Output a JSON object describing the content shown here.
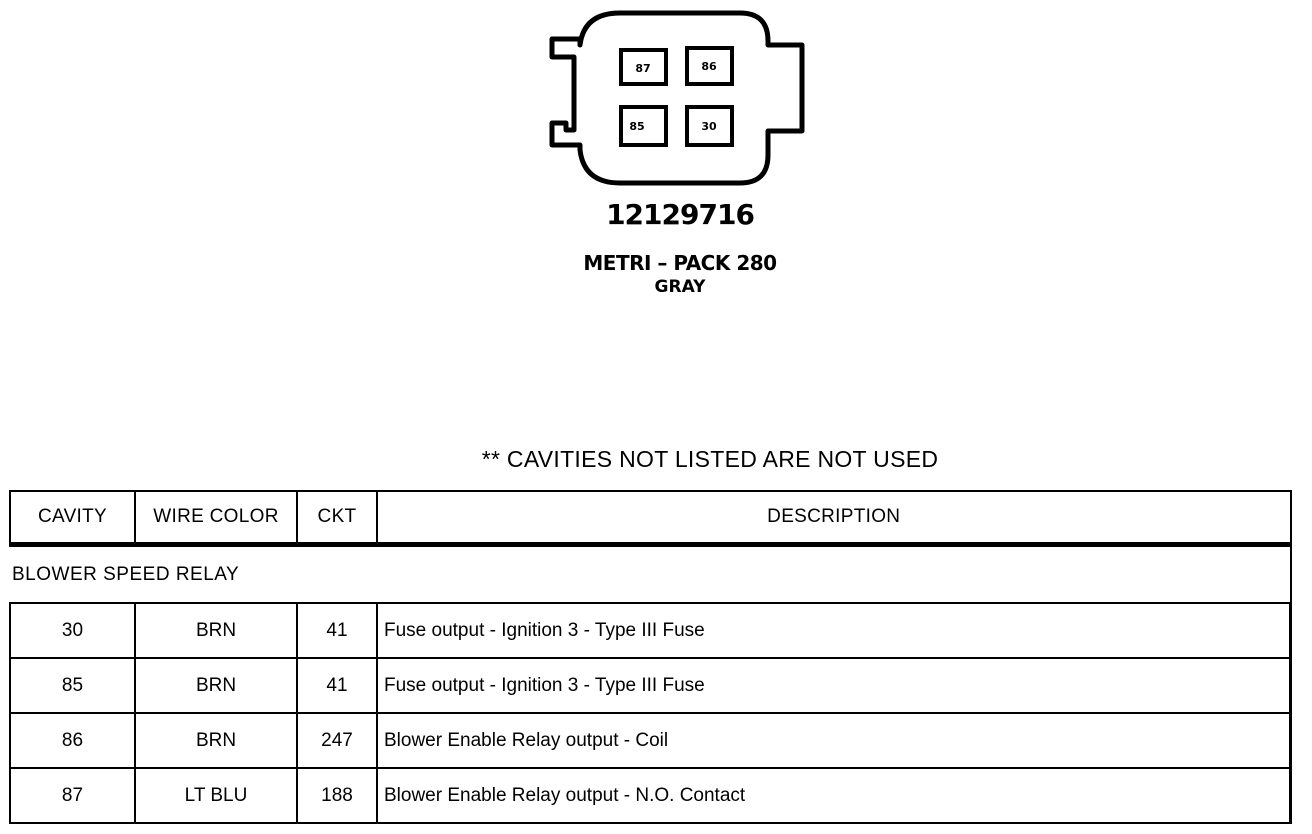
{
  "connector": {
    "part_number": "12129716",
    "series": "METRI – PACK 280",
    "color": "GRAY",
    "cavity_labels": [
      "87",
      "86",
      "85",
      "30"
    ]
  },
  "note": "** CAVITIES NOT LISTED ARE NOT USED",
  "table": {
    "headers": {
      "cavity": "CAVITY",
      "wire_color": "WIRE COLOR",
      "ckt": "CKT",
      "description": "DESCRIPTION"
    },
    "group_label": "BLOWER SPEED RELAY",
    "rows": [
      {
        "cavity": "30",
        "wire_color": "BRN",
        "ckt": "41",
        "description": "Fuse output - Ignition 3 - Type III Fuse"
      },
      {
        "cavity": "85",
        "wire_color": "BRN",
        "ckt": "41",
        "description": "Fuse output - Ignition 3 - Type III Fuse"
      },
      {
        "cavity": "86",
        "wire_color": "BRN",
        "ckt": "247",
        "description": "Blower Enable Relay output - Coil"
      },
      {
        "cavity": "87",
        "wire_color": "LT BLU",
        "ckt": "188",
        "description": "Blower Enable Relay output - N.O. Contact"
      }
    ]
  }
}
